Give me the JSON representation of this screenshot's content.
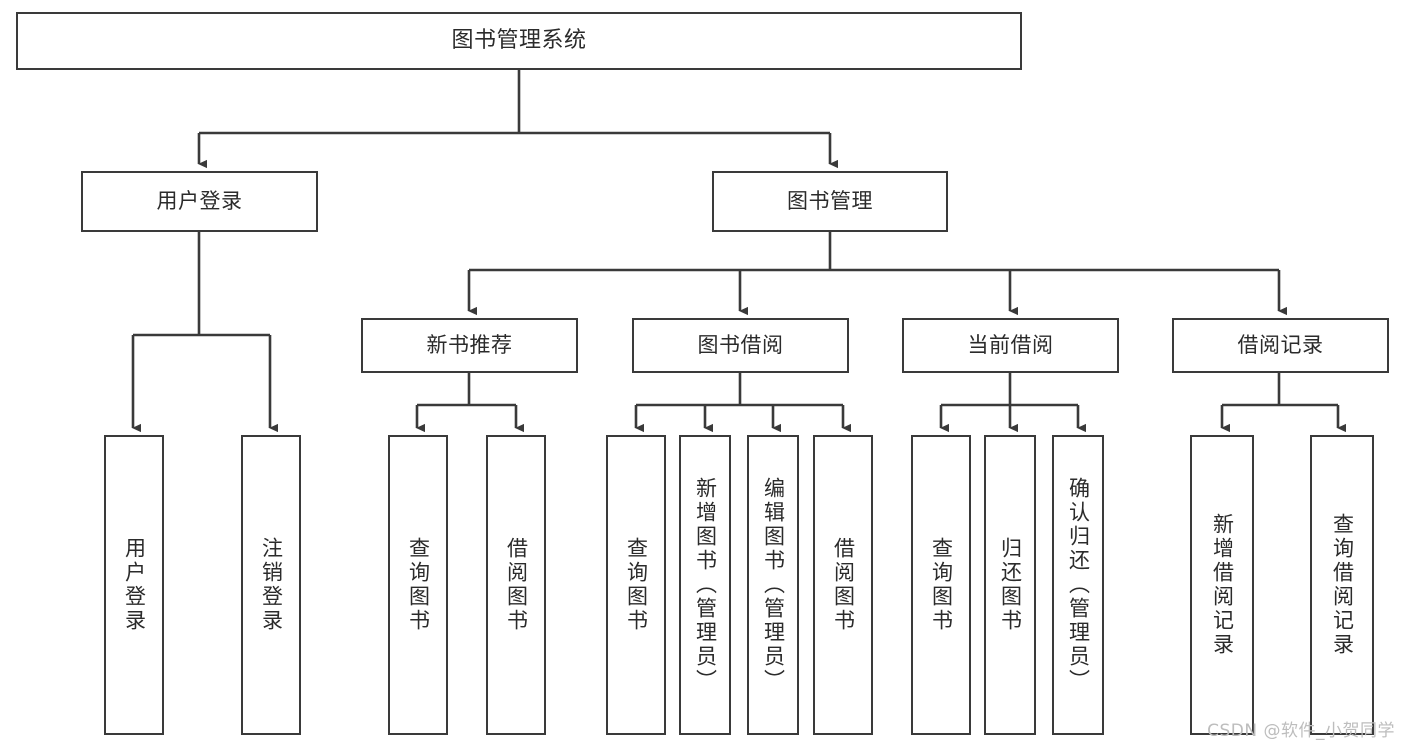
{
  "diagram": {
    "title": "图书管理系统",
    "colors": {
      "stroke": "#3a3a3a",
      "box_fill": "#ffffff",
      "text": "#2b2b2b",
      "background": "#ffffff",
      "watermark": "#bdbdbd"
    },
    "root": {
      "label": "图书管理系统"
    },
    "level1": [
      {
        "label": "用户登录"
      },
      {
        "label": "图书管理"
      }
    ],
    "level2": [
      {
        "label": "新书推荐"
      },
      {
        "label": "图书借阅"
      },
      {
        "label": "当前借阅"
      },
      {
        "label": "借阅记录"
      }
    ],
    "leaves": {
      "user_login": [
        {
          "label": "用户登录"
        },
        {
          "label": "注销登录"
        }
      ],
      "new_book_recommend": [
        {
          "label": "查询图书"
        },
        {
          "label": "借阅图书"
        }
      ],
      "book_borrow": [
        {
          "label": "查询图书"
        },
        {
          "label": "新增图书（管理员）"
        },
        {
          "label": "编辑图书（管理员）"
        },
        {
          "label": "借阅图书"
        }
      ],
      "current_borrow": [
        {
          "label": "查询图书"
        },
        {
          "label": "归还图书"
        },
        {
          "label": "确认归还（管理员）"
        }
      ],
      "borrow_record": [
        {
          "label": "新增借阅记录"
        },
        {
          "label": "查询借阅记录"
        }
      ]
    },
    "watermark": "CSDN @软件_小贺同学"
  }
}
